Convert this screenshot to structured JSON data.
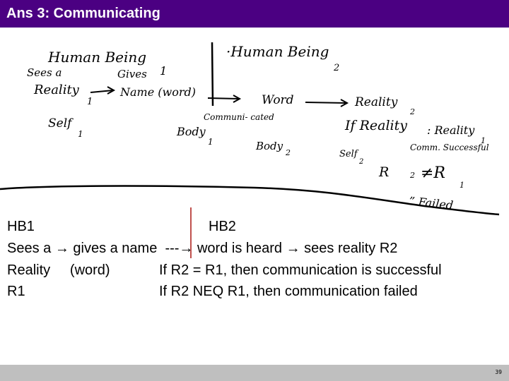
{
  "slide": {
    "title": "Ans 3: Communicating",
    "page_number": "39",
    "colors": {
      "title_bar": "#4b0082",
      "title_text": "#ffffff",
      "divider_red": "#c0504d",
      "footer": "#bfbfbf"
    }
  },
  "handwriting": {
    "human_being_1": "Human Being",
    "sub_1_top": "1",
    "sees_a": "Sees a",
    "gives": "Gives",
    "reality": "Reality",
    "sub_1_reality": "1",
    "name_word": "Name (word)",
    "self_1": "Self",
    "sub_self_1": "1",
    "human_being_2": "·Human Being",
    "sub_2_hb": "2",
    "word": "Word",
    "reality_2": "Reality",
    "prime_sub_2": "2",
    "if_reality": "If Reality",
    "eq_reality": ": Reality",
    "sub_1_eq": "1",
    "comm_success": "Comm. Successful",
    "communi_cated": "Communi- cated",
    "body_1": "Body",
    "sub_body_1": "1",
    "body_2": "Body",
    "sub_body_2": "2",
    "self_2": "Self",
    "sub_self_2": "2",
    "r2_neq_r1": "R",
    "sub_r_2": "2",
    "neq": "≠R",
    "sub_r_1": "1",
    "failed": "” Failed"
  },
  "notes": {
    "line1_left": "HB1",
    "line1_right": "HB2",
    "line2": "Sees a → gives a name  ---→ word is heard → sees reality R2",
    "line3_left": "Reality     (word)",
    "line3_right": "If R2 = R1, then communication is successful",
    "line4_left": "R1",
    "line4_right": "If R2 NEQ R1, then communication failed"
  }
}
